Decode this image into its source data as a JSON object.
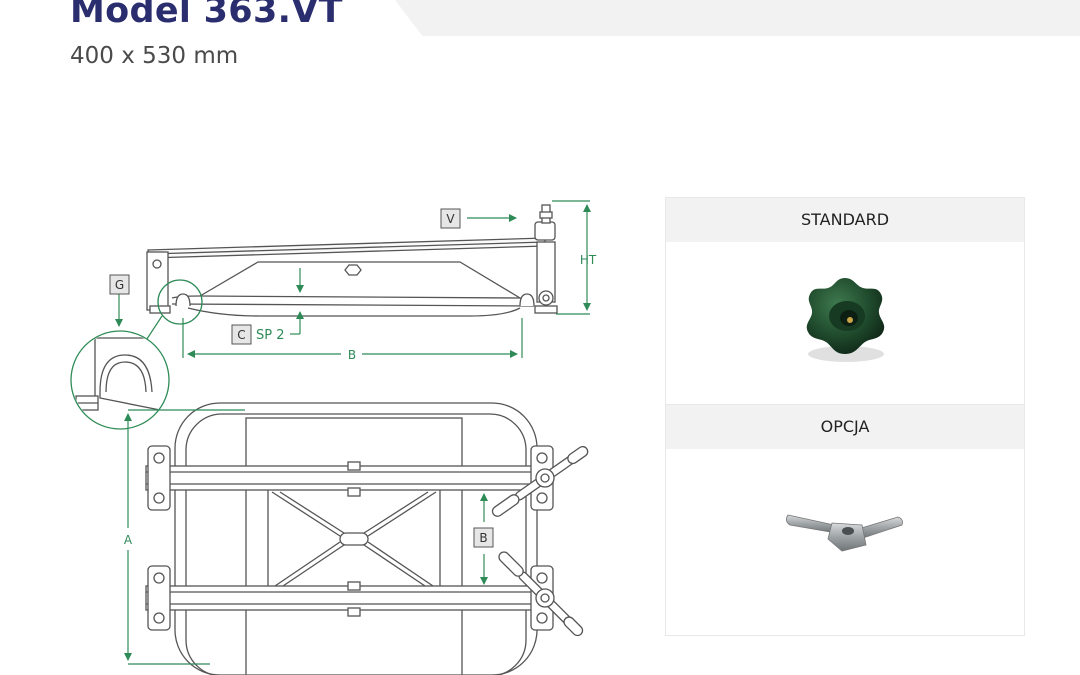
{
  "header": {
    "title": "Model 363.VT",
    "subtitle": "400 x 530 mm"
  },
  "drawing_labels": {
    "v": "V",
    "g": "G",
    "c": "C",
    "sp2": "SP 2",
    "b_side": "B",
    "ht": "HT",
    "a": "A",
    "b_top": "B"
  },
  "panels": {
    "standard": {
      "label": "STANDARD",
      "icon": "knob-handwheel-icon"
    },
    "option": {
      "label": "OPCJA",
      "icon": "wing-nut-icon"
    }
  },
  "colors": {
    "accent_green": "#2e8b57",
    "title_navy": "#2b2e6e",
    "knob_green": "#1f4a2c"
  }
}
